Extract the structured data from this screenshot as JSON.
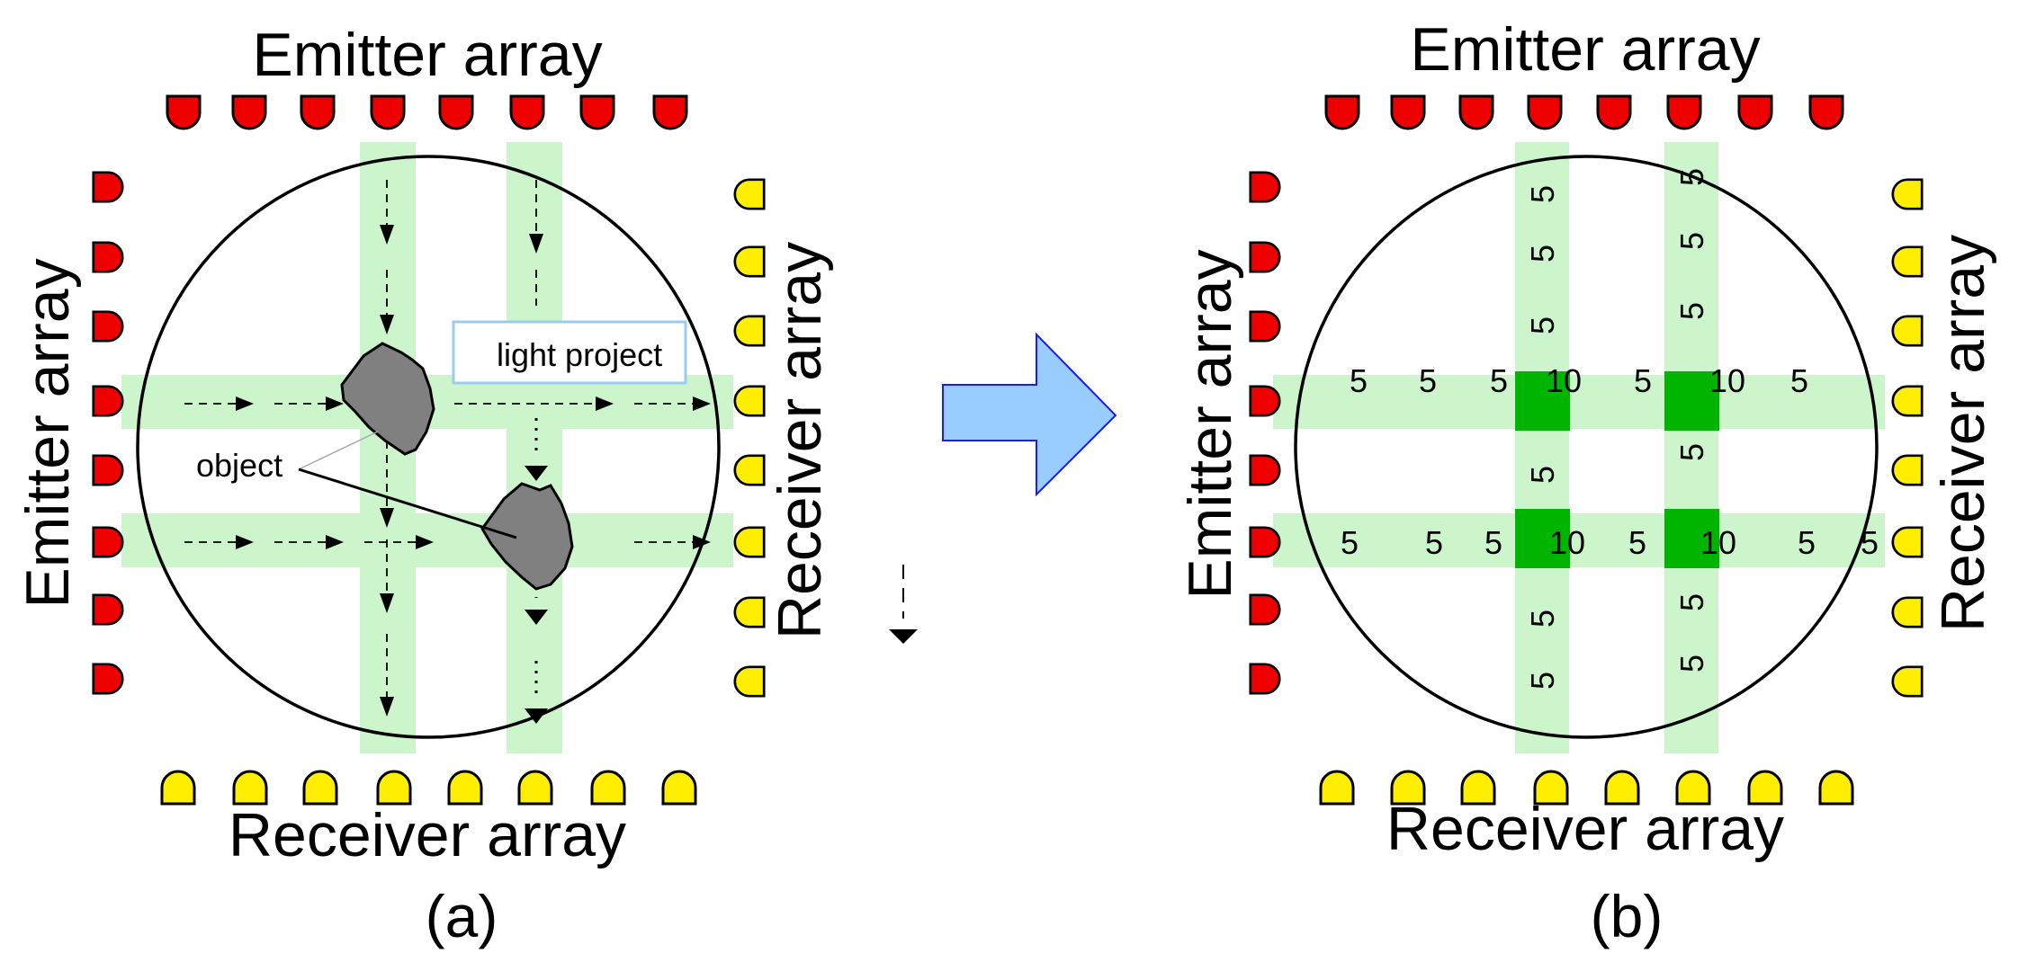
{
  "panel_a": {
    "emitter_top": "Emitter array",
    "emitter_side": "Emitter array",
    "receiver_bottom": "Receiver array",
    "receiver_side": "Receiver array",
    "object_label": "object",
    "light_label": "light project",
    "caption": "(a)"
  },
  "panel_b": {
    "emitter_top": "Emitter array",
    "emitter_side": "Emitter array",
    "receiver_bottom": "Receiver array",
    "receiver_side": "Receiver array",
    "caption": "(b)",
    "row1_values": [
      "5",
      "5",
      "5",
      "10",
      "5",
      "10",
      "5"
    ],
    "row2_values": [
      "5",
      "5",
      "5",
      "10",
      "5",
      "10",
      "5",
      "5"
    ],
    "col1_values": [
      "5",
      "5",
      "5",
      "5",
      "5",
      "5"
    ],
    "col2_values": [
      "5",
      "5",
      "5",
      "5",
      "5",
      "5"
    ]
  },
  "colors": {
    "emitter": "#ee0000",
    "receiver": "#ffee00",
    "beam": "#ccf5cc",
    "cell": "#00b400",
    "object": "#808080",
    "arrow": "#99ccff"
  }
}
